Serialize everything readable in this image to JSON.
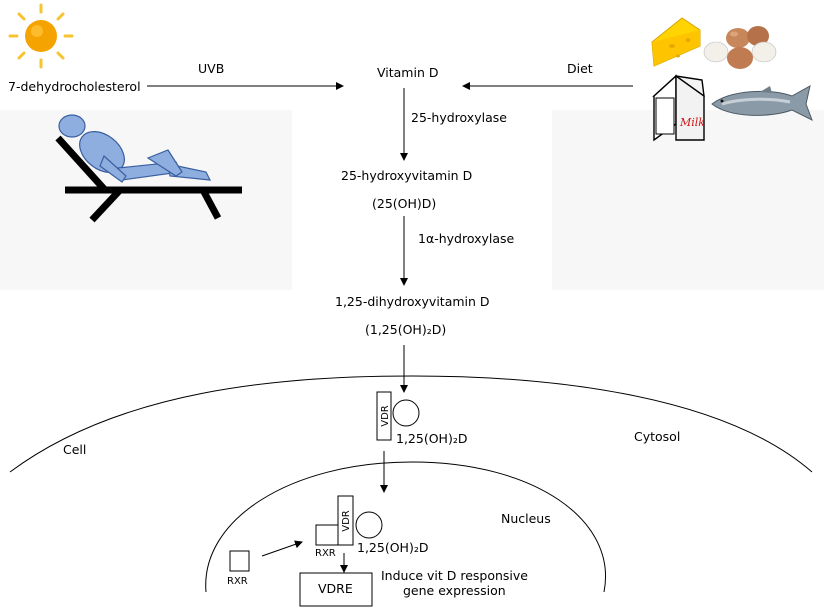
{
  "labels": {
    "precursor": "7-dehydrocholesterol",
    "uvb": "UVB",
    "vitamin_d": "Vitamin D",
    "diet": "Diet",
    "enzyme1": "25-hydroxylase",
    "metabolite1_name": "25-hydroxyvitamin D",
    "metabolite1_abbr": "(25(OH)D)",
    "enzyme2": "1α-hydroxylase",
    "metabolite2_name": "1,25-dihydroxyvitamin D",
    "metabolite2_abbr": "(1,25(OH)₂D)",
    "vdr": "VDR",
    "ligand": "1,25(OH)₂D",
    "cell": "Cell",
    "cytosol": "Cytosol",
    "nucleus": "Nucleus",
    "rxr": "RXR",
    "vdre": "VDRE",
    "effect_line1": "Induce vit D responsive",
    "effect_line2": "gene expression",
    "milk_carton_text": "Milk"
  },
  "icons": [
    "sun-icon",
    "person-on-lounger-icon",
    "cheese-icon",
    "eggs-icon",
    "milk-carton-icon",
    "fish-icon"
  ],
  "colors": {
    "sun": "#f5a300",
    "sun_rays": "#f7c32e",
    "person": "#8eaedf",
    "person_outline": "#3a5fa0",
    "cheese": "#ffd400",
    "egg": "#c8875a",
    "fish": "#8a9aa6",
    "milk_red": "#d01818"
  }
}
